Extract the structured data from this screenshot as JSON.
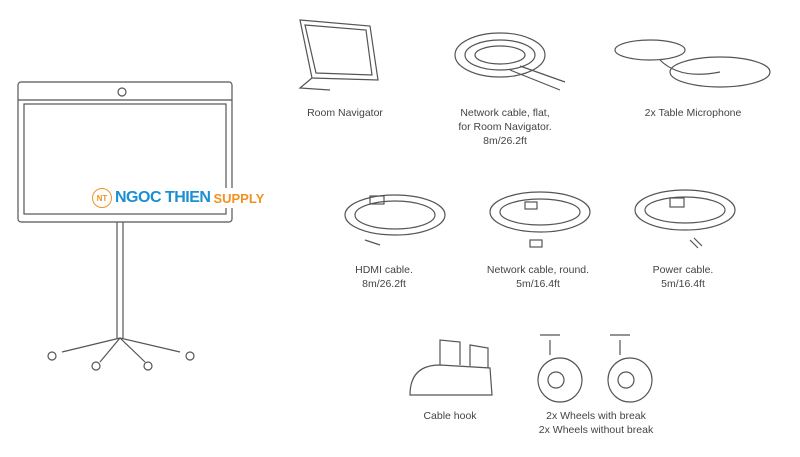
{
  "logo": {
    "mark": "NT",
    "name": "NGOC THIEN",
    "suffix": "SUPPLY"
  },
  "items": [
    {
      "lines": [
        "Room Navigator"
      ]
    },
    {
      "lines": [
        "Network cable, flat,",
        "for Room Navigator.",
        "8m/26.2ft"
      ]
    },
    {
      "lines": [
        "2x Table Microphone"
      ]
    },
    {
      "lines": [
        "HDMI cable.",
        "8m/26.2ft"
      ]
    },
    {
      "lines": [
        "Network cable, round.",
        "5m/16.4ft"
      ]
    },
    {
      "lines": [
        "Power cable.",
        "5m/16.4ft"
      ]
    },
    {
      "lines": [
        "Cable hook"
      ]
    },
    {
      "lines": [
        "2x Wheels with break",
        "2x Wheels without break"
      ]
    }
  ],
  "colors": {
    "line": "#555555",
    "logo_blue": "#1a8fd1",
    "logo_orange": "#f29222"
  }
}
